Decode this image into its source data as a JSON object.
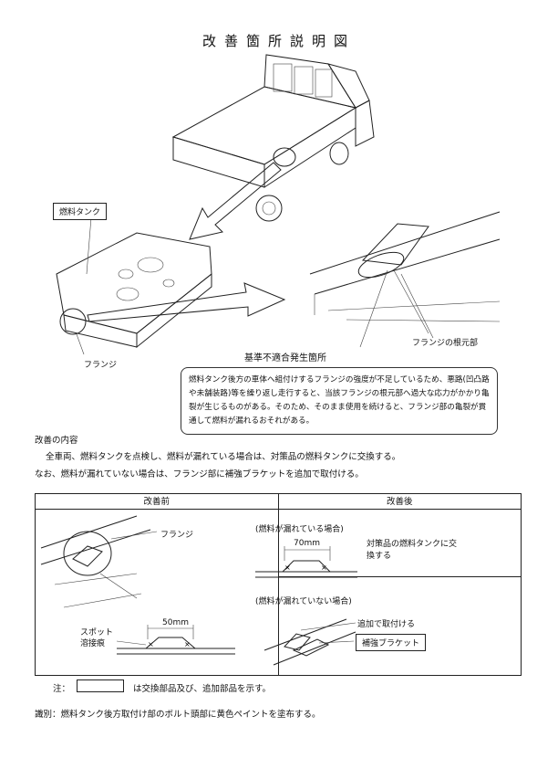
{
  "title": "改善箇所説明図",
  "labels": {
    "fuel_tank": "燃料タンク",
    "flange": "フランジ",
    "flange_root": "フランジの根元部",
    "nonconformity": "基準不適合発生箇所"
  },
  "note_text": "燃料タンク後方の車体へ組付けするフランジの強度が不足しているため、悪路(凹凸路や未舗装路)等を繰り返し走行すると、当該フランジの根元部へ過大な応力がかかり亀裂が生じるものがある。そのため、そのまま使用を続けると、フランジ部の亀裂が貫通して燃料が漏れるおそれがある。",
  "improvement": {
    "heading": "改善の内容",
    "line1": "全車両、燃料タンクを点検し、燃料が漏れている場合は、対策品の燃料タンクに交換する。",
    "line2": "なお、燃料が漏れていない場合は、フランジ部に補強ブラケットを追加で取付ける。"
  },
  "table": {
    "before_header": "改善前",
    "after_header": "改善後",
    "before": {
      "flange": "フランジ",
      "spot": "スポット",
      "weld": "溶接痕",
      "dim": "50mm"
    },
    "after_leak": {
      "heading": "(燃料が漏れている場合)",
      "dim": "70mm",
      "text": "対策品の燃料タンクに交換する"
    },
    "after_noleak": {
      "heading": "(燃料が漏れていない場合)",
      "text": "追加で取付ける",
      "bracket": "補強ブラケット"
    }
  },
  "legend": {
    "prefix": "注：",
    "text": "は交換部品及び、追加部品を示す。"
  },
  "identification": "識別：燃料タンク後方取付け部のボルト頭部に黄色ペイントを塗布する。"
}
